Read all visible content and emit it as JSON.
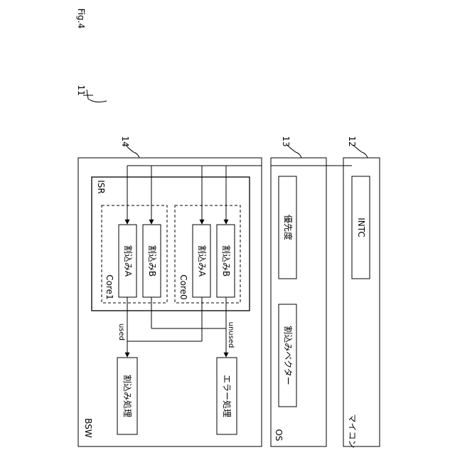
{
  "figure": {
    "label": "Fig.4"
  },
  "refs": {
    "r11": "11",
    "r12": "12",
    "r13": "13",
    "r14": "14"
  },
  "bsw": {
    "label": "BSW",
    "isr": {
      "label": "ISR",
      "core1": {
        "label": "Core1",
        "interrupt_a": "割込みA",
        "interrupt_b": "割込みB"
      },
      "core0": {
        "label": "Core0",
        "interrupt_a": "割込みA",
        "interrupt_b": "割込みB"
      }
    },
    "interrupt_processing": "割込み処理",
    "error_processing": "エラー処理",
    "used_label": "used",
    "unused_label": "unused"
  },
  "os": {
    "label": "OS",
    "priority": "優先度",
    "interrupt_vector": "割込みベクター"
  },
  "mcu": {
    "label": "マイコン",
    "intc": "INTC"
  },
  "colors": {
    "line": "#000000",
    "background": "#ffffff"
  }
}
